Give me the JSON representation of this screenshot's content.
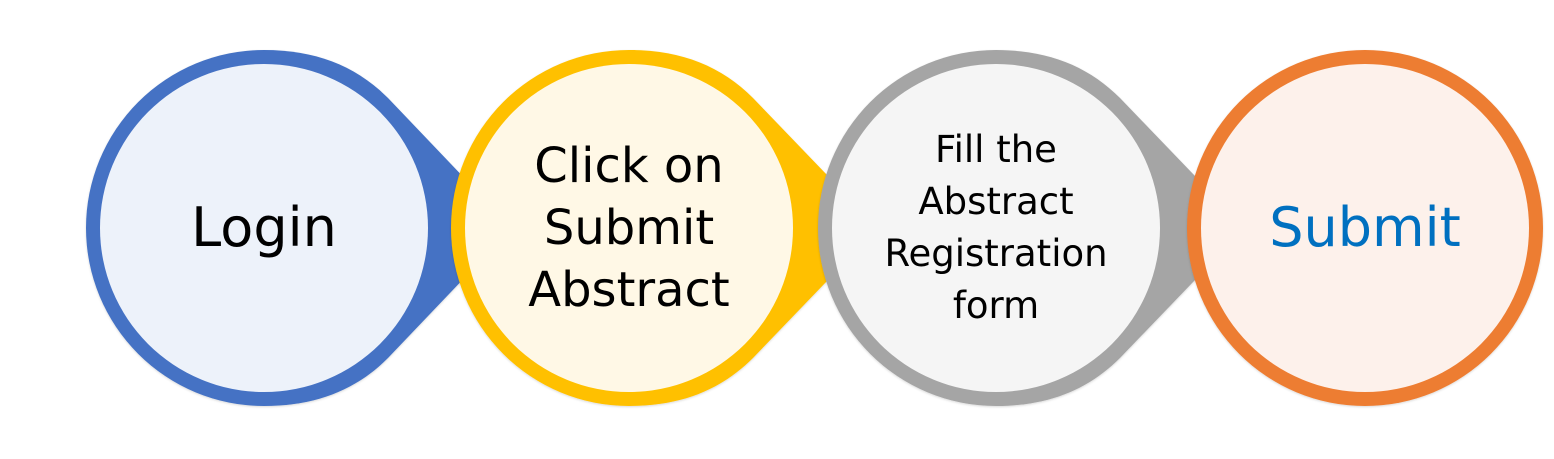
{
  "steps": [
    {
      "label": "Login",
      "text_color": "#000000",
      "ring_color": "#4472C4",
      "fill_color": "#EDF2FA"
    },
    {
      "label": "Click on\nSubmit\nAbstract",
      "text_color": "#000000",
      "ring_color": "#FFC000",
      "fill_color": "#FFF8E6"
    },
    {
      "label": "Fill the\nAbstract\nRegistration\nform",
      "text_color": "#000000",
      "ring_color": "#A5A5A5",
      "fill_color": "#F5F5F5"
    },
    {
      "label": "Submit",
      "text_color": "#0070C0",
      "ring_color": "#ED7D31",
      "fill_color": "#FDF1EB"
    }
  ]
}
